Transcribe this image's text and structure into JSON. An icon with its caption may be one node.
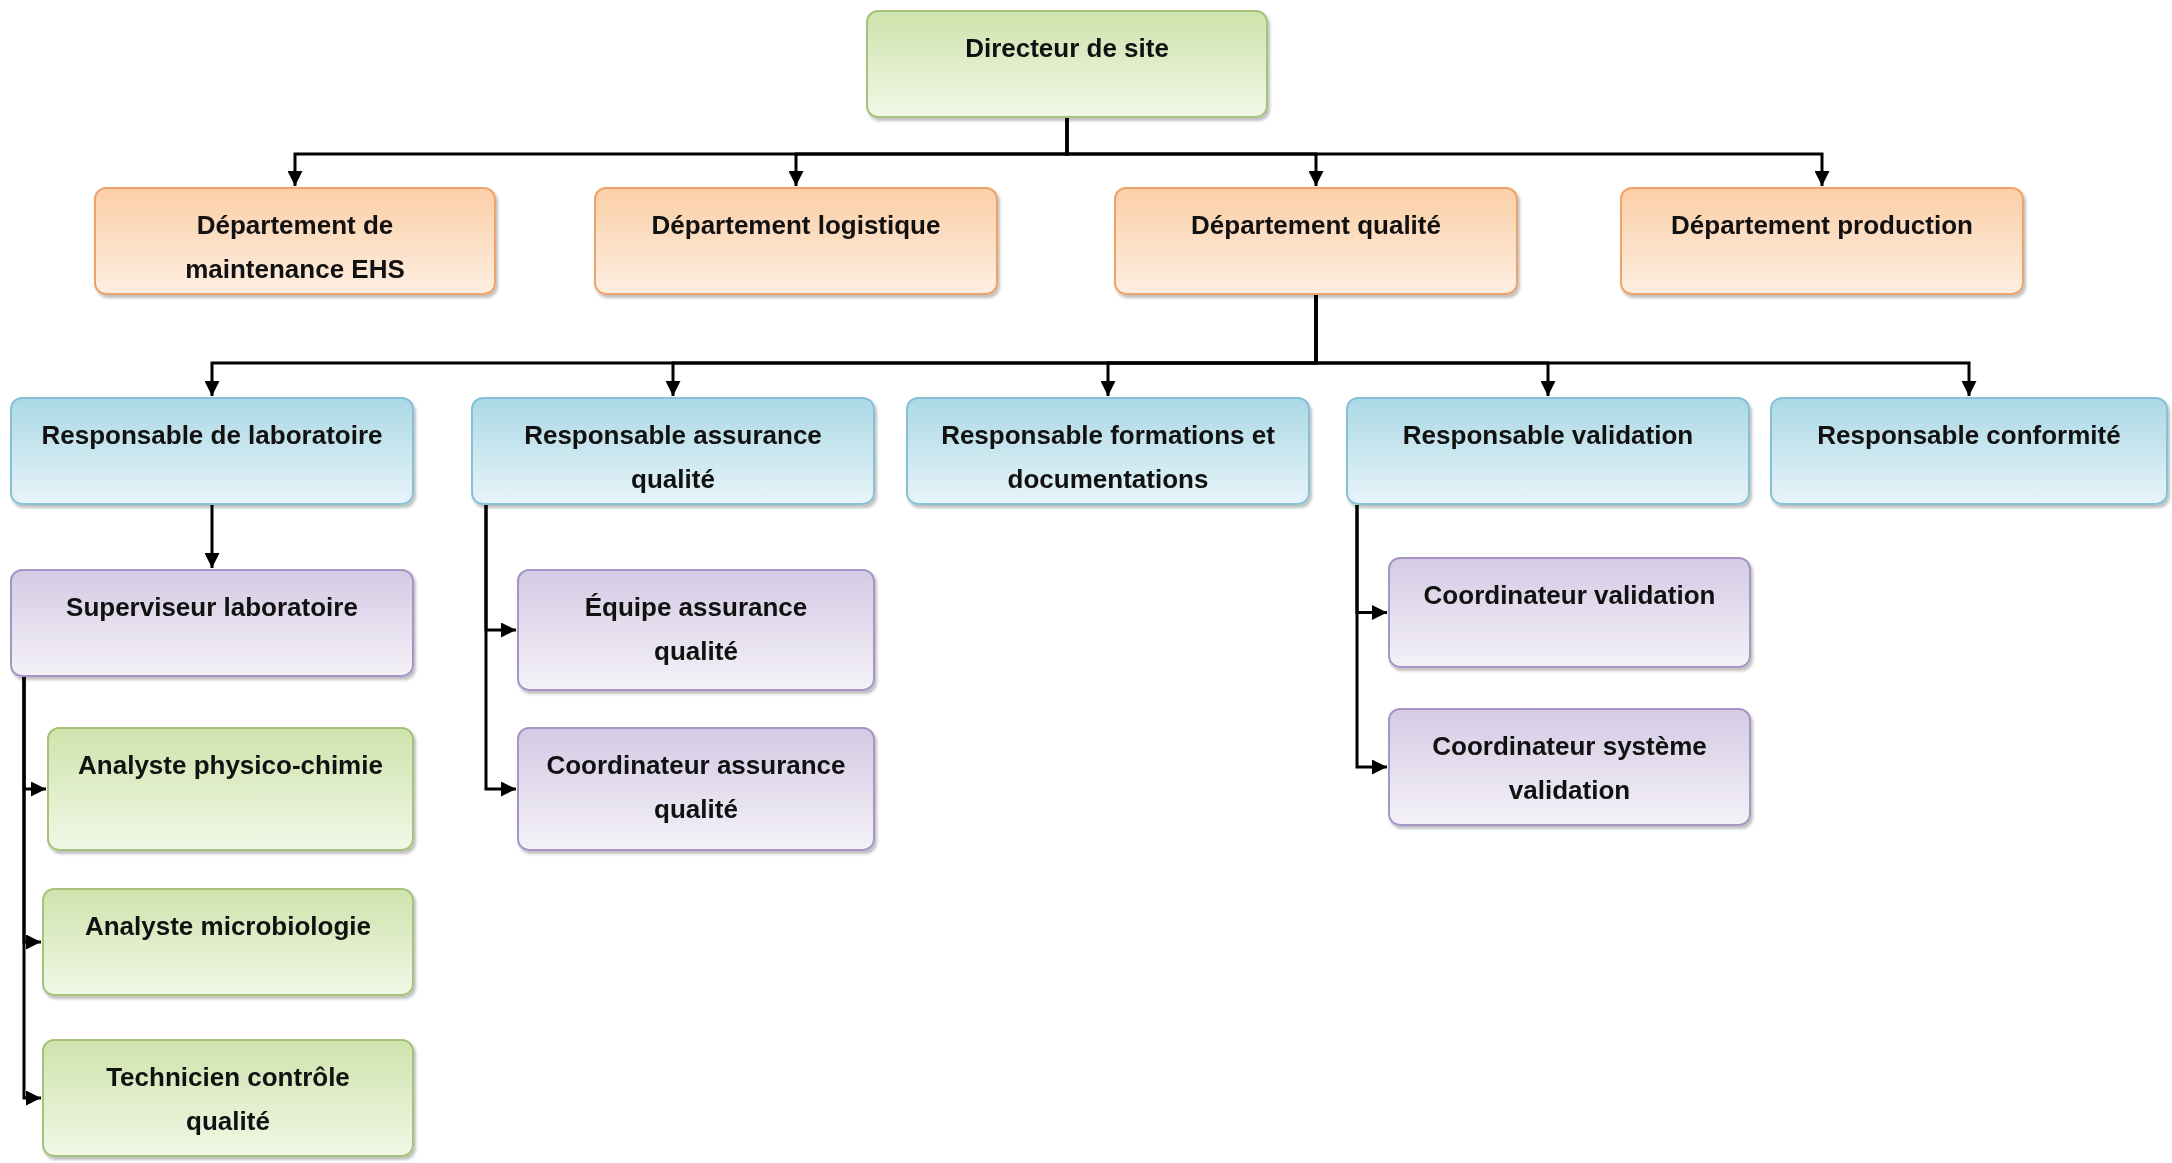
{
  "diagram": {
    "nodes": [
      {
        "text": [
          "Directeur de site"
        ]
      },
      {
        "text": [
          "Département de maintenance EHS"
        ]
      },
      {
        "text": [
          "Département logistique"
        ]
      },
      {
        "text": [
          "Département qualité"
        ]
      },
      {
        "text": [
          "Département production"
        ]
      },
      {
        "text": [
          "Responsable de laboratoire"
        ]
      },
      {
        "text": [
          "Responsable assurance qualité"
        ]
      },
      {
        "text": [
          "Responsable formations et documentations"
        ]
      },
      {
        "text": [
          "Responsable validation"
        ]
      },
      {
        "text": [
          "Responsable conformité"
        ]
      },
      {
        "text": [
          "Superviseur laboratoire"
        ]
      },
      {
        "text": [
          "Analyste physico-chimie"
        ]
      },
      {
        "text": [
          "Analyste microbiologie"
        ]
      },
      {
        "text": [
          "Technicien contrôle qualité"
        ]
      },
      {
        "text": [
          "Équipe assurance qualité"
        ]
      },
      {
        "text": [
          "Coordinateur assurance qualité"
        ]
      },
      {
        "text": [
          "Coordinateur validation"
        ]
      },
      {
        "text": [
          "Coordinateur système validation"
        ]
      }
    ],
    "edges": [
      {
        "from": 0,
        "to": 1,
        "arrow": "to"
      },
      {
        "from": 0,
        "to": 2,
        "arrow": "to"
      },
      {
        "from": 0,
        "to": 3,
        "arrow": "to"
      },
      {
        "from": 0,
        "to": 4,
        "arrow": "to"
      },
      {
        "from": 3,
        "to": 5,
        "arrow": "to"
      },
      {
        "from": 3,
        "to": 6,
        "arrow": "to"
      },
      {
        "from": 3,
        "to": 7,
        "arrow": "to"
      },
      {
        "from": 3,
        "to": 8,
        "arrow": "to"
      },
      {
        "from": 3,
        "to": 9,
        "arrow": "to"
      },
      {
        "from": 5,
        "to": 10,
        "arrow": "to"
      },
      {
        "from": 10,
        "to": 11,
        "arrow": "to"
      },
      {
        "from": 10,
        "to": 12,
        "arrow": "to"
      },
      {
        "from": 10,
        "to": 13,
        "arrow": "to"
      },
      {
        "from": 6,
        "to": 14,
        "arrow": "to"
      },
      {
        "from": 6,
        "to": 15,
        "arrow": "to"
      },
      {
        "from": 8,
        "to": 16,
        "arrow": "to"
      },
      {
        "from": 8,
        "to": 17,
        "arrow": "to"
      }
    ]
  }
}
